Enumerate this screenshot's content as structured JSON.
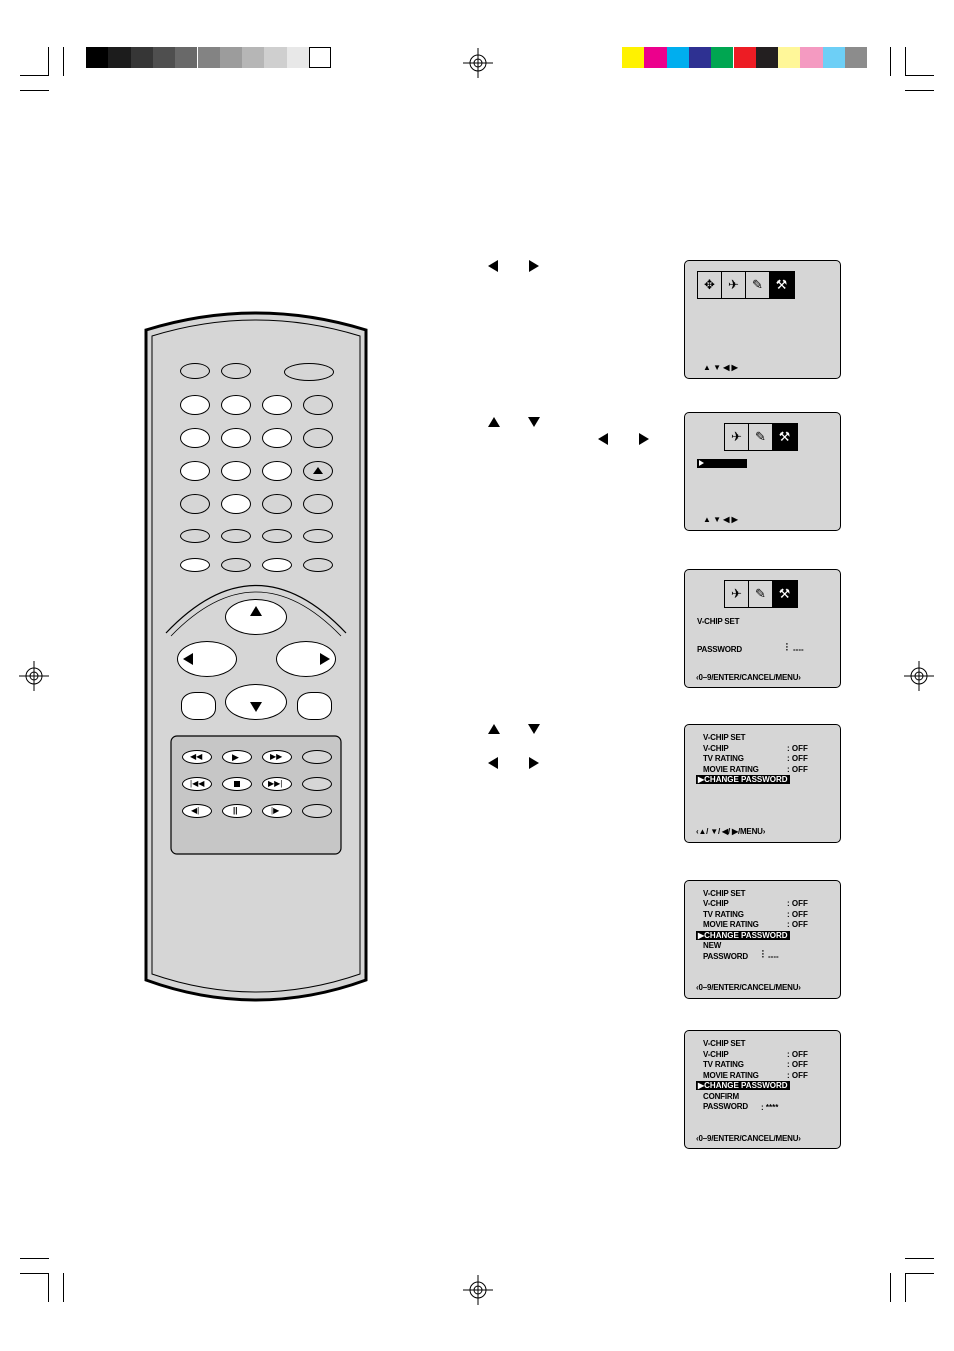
{
  "colors": {
    "gray_strip": [
      "#000000",
      "#1c1c1c",
      "#363636",
      "#4f4f4f",
      "#696969",
      "#838383",
      "#9c9c9c",
      "#b6b6b6",
      "#cfcfcf",
      "#e8e8e8",
      "#ffffff"
    ],
    "color_strip": [
      "#fff200",
      "#ec008c",
      "#00aeef",
      "#2e3192",
      "#00a651",
      "#ed1c24",
      "#231f20",
      "#fff799",
      "#f49ac1",
      "#6dcff6",
      "#8c8c8c"
    ],
    "osd_bg": "#d6d6d6",
    "remote_body": "#d6d6d6"
  },
  "osd1": {
    "nav": "▲ ▼ ◀ ▶"
  },
  "osd2": {
    "nav": "▲ ▼ ◀ ▶"
  },
  "osd3": {
    "title": "V-CHIP SET",
    "password_label": "PASSWORD",
    "password_value": "----",
    "footer": "0–9/ENTER/CANCEL/MENU"
  },
  "osd4": {
    "title": "V-CHIP SET",
    "rows": [
      {
        "label": "V-CHIP",
        "value": ": OFF"
      },
      {
        "label": "TV RATING",
        "value": ": OFF"
      },
      {
        "label": "MOVIE RATING",
        "value": ": OFF"
      }
    ],
    "highlight": "CHANGE PASSWORD",
    "footer": "▲/ ▼/ ◀/ ▶/MENU"
  },
  "osd5": {
    "title": "V-CHIP SET",
    "rows": [
      {
        "label": "V-CHIP",
        "value": ": OFF"
      },
      {
        "label": "TV RATING",
        "value": ": OFF"
      },
      {
        "label": "MOVIE RATING",
        "value": ": OFF"
      }
    ],
    "highlight": "CHANGE PASSWORD",
    "line1": "NEW",
    "line2": "PASSWORD",
    "password_value": "----",
    "footer": "0–9/ENTER/CANCEL/MENU"
  },
  "osd6": {
    "title": "V-CHIP SET",
    "rows": [
      {
        "label": "V-CHIP",
        "value": ": OFF"
      },
      {
        "label": "TV RATING",
        "value": ": OFF"
      },
      {
        "label": "MOVIE RATING",
        "value": ": OFF"
      }
    ],
    "highlight": "CHANGE PASSWORD",
    "line1": "CONFIRM",
    "line2": "PASSWORD",
    "password_value": ": ****",
    "footer": "0–9/ENTER/CANCEL/MENU"
  }
}
